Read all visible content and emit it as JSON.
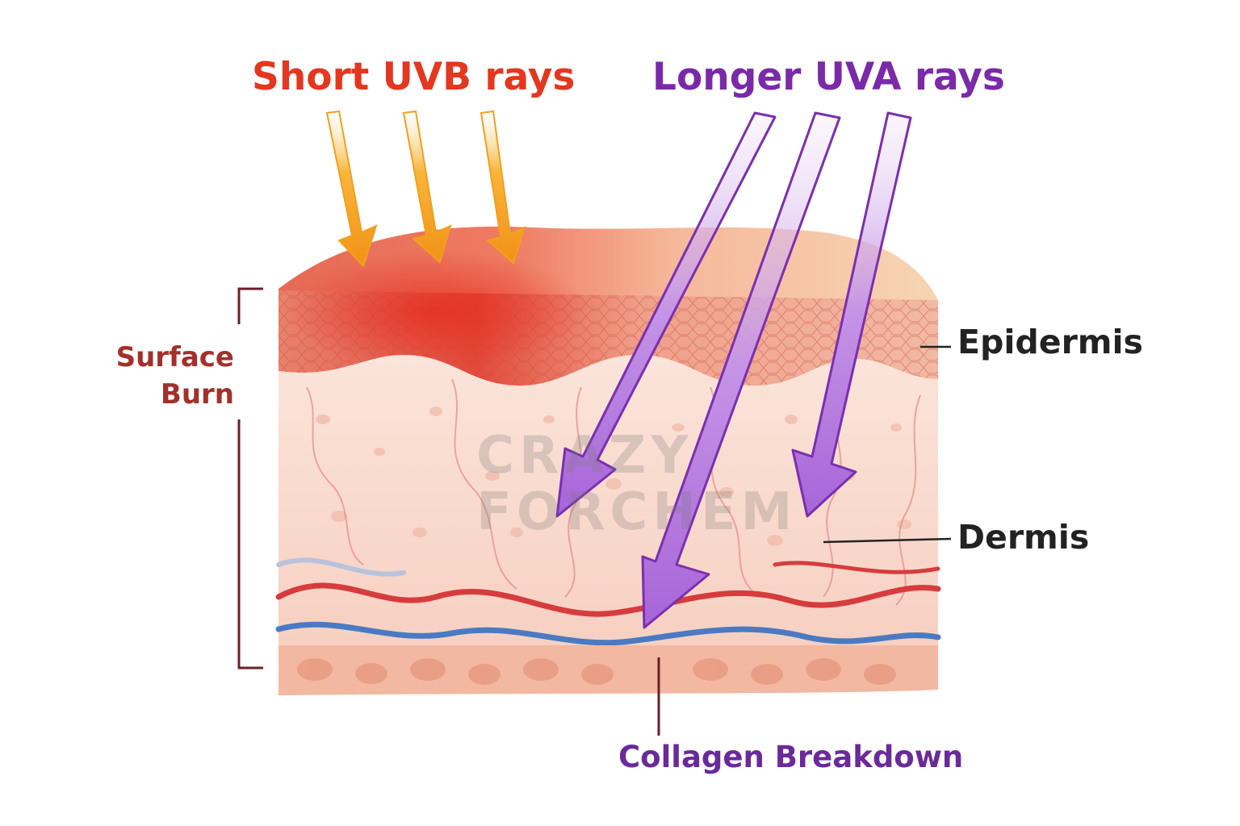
{
  "titles": {
    "uvb": "Short UVB rays",
    "uva": "Longer UVA rays"
  },
  "labels": {
    "epidermis": "Epidermis",
    "dermis": "Dermis",
    "surface_burn_line1": "Surface",
    "surface_burn_line2": "Burn",
    "collagen": "Collagen Breakdown"
  },
  "watermark": {
    "line1": "CRAZY",
    "line2": "FORCHEM"
  },
  "colors": {
    "uvb_title": "#e2381f",
    "uva_title": "#7a2aa8",
    "burn_label": "#a3302a",
    "collagen_label": "#6a2a9a",
    "dark_label": "#222222",
    "uvb_arrow": "#f7a21a",
    "uva_arrow": "#a75fd6",
    "skin": "#f6cfc4",
    "epidermis": "#eea08f",
    "blood_red": "#d63c3c",
    "blood_blue": "#4a7ac2"
  }
}
